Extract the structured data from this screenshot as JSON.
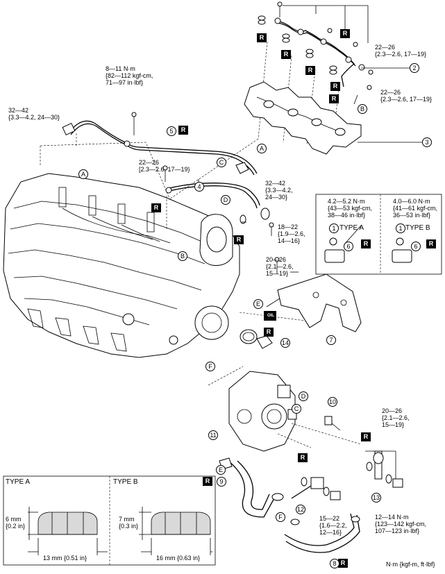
{
  "torques": {
    "t_top_inj_clamp": [
      "22—26",
      "{2.3—2.6, 17—19}"
    ],
    "t_mid_clamp": [
      "22—26",
      "{2.3—2.6, 17—19}"
    ],
    "t_pipe5": [
      "8—11 N·m",
      "{82—112 kgf-cm,",
      "71—97 in·lbf}"
    ],
    "t_sensor": [
      "32—42",
      "{3.3—4.2, 24—30}"
    ],
    "t_pipe_clip": [
      "22—26",
      "[2.3—2.6, 17—19}"
    ],
    "t_pipe4": [
      "32—42",
      "{3.3—4.2,",
      "24—30}"
    ],
    "t_banjo": [
      "18—22",
      "{1.9—2.6,",
      "14—16}"
    ],
    "t_bracket": [
      "20—26",
      "{2.1—2.6,",
      "15—19}"
    ],
    "t_pump_bolt": [
      "20—26",
      "{2.1—2.6,",
      "15—19}"
    ],
    "t_hose_bolt": [
      "15—22",
      "{1.6—2.2,",
      "12—16}"
    ],
    "t_nut13": [
      "12—14 N·m",
      "{123—142 kgf-cm,",
      "107—123 in·lbf}"
    ]
  },
  "typeA_box": {
    "torque": [
      "4.2—5.2 N·m",
      "{43—53 kgf-cm,",
      "38—46 in·lbf}"
    ],
    "label": "TYPE A"
  },
  "typeB_box": {
    "torque": [
      "4.0—6.0 N·m",
      "{41—61 kgf-cm,",
      "36—53 in·lbf}"
    ],
    "label": "TYPE B"
  },
  "nut_detail": {
    "type_a": {
      "label": "TYPE A",
      "height": [
        "6 mm",
        "{0.2 in}"
      ],
      "width": "13 mm {0.51 in}"
    },
    "type_b": {
      "label": "TYPE B",
      "height": [
        "7 mm",
        "{0.3 in}"
      ],
      "width": "16 mm {0.63 in}"
    }
  },
  "units_note": "N·m {kgf-m, ft·lbf}",
  "badge": "R",
  "oil_badge": "OIL",
  "callouts": [
    "1",
    "2",
    "3",
    "4",
    "5",
    "6",
    "7",
    "8",
    "9",
    "10",
    "11",
    "12",
    "13",
    "14"
  ],
  "letters": [
    "A",
    "B",
    "C",
    "D",
    "E",
    "F"
  ]
}
